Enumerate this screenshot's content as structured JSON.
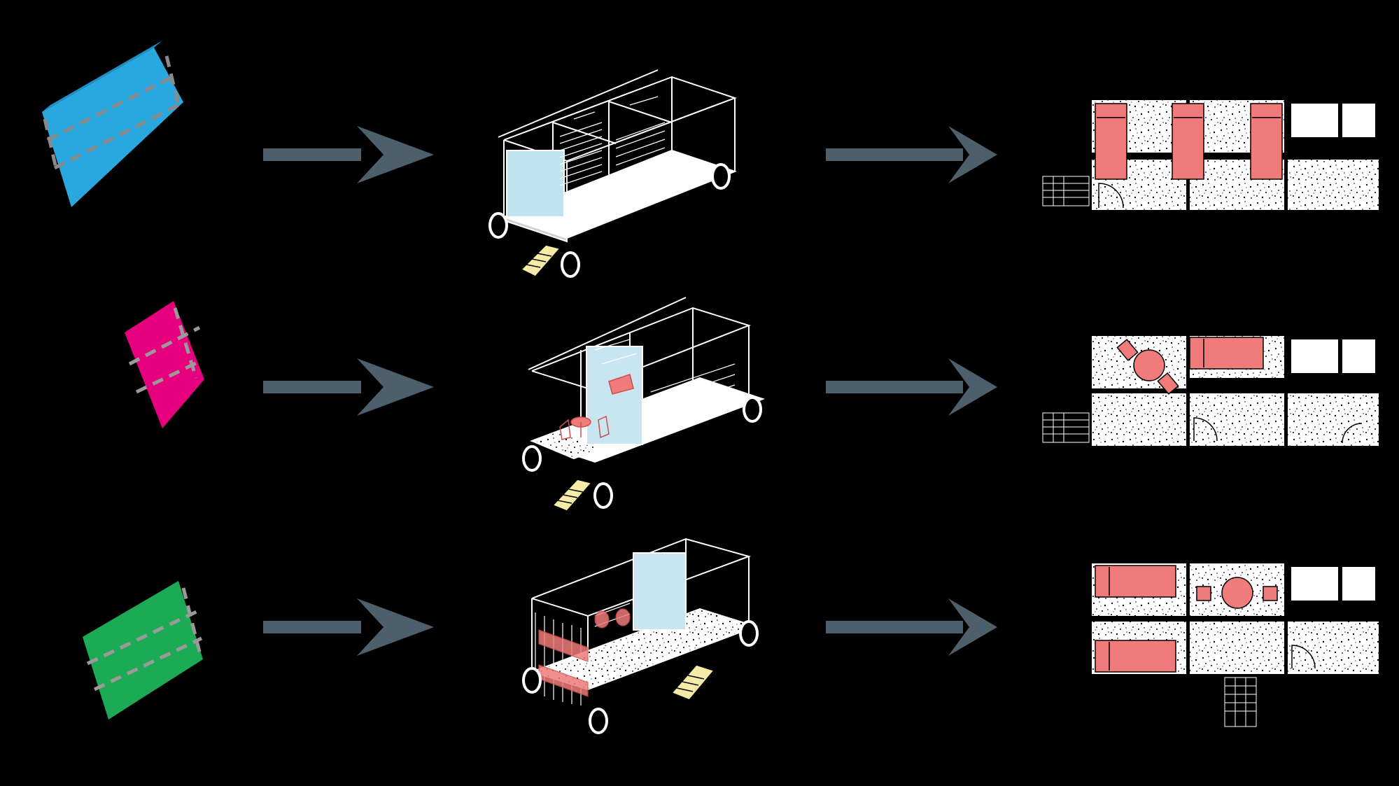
{
  "diagram": {
    "rows": [
      {
        "id": "row-1",
        "volume_color": "#29a8e0",
        "volume_kind": "long-box",
        "accent_panel_color": "#bfe3ef",
        "plan_rooms": [
          "bed",
          "bed",
          "bed",
          "service"
        ]
      },
      {
        "id": "row-2",
        "volume_color": "#e6007e",
        "volume_kind": "short-box",
        "accent_panel_color": "#c9e6f0",
        "plan_rooms": [
          "dining",
          "bed",
          "service"
        ]
      },
      {
        "id": "row-3",
        "volume_color": "#1daa55",
        "volume_kind": "long-box",
        "accent_panel_color": "#c9e6f0",
        "plan_rooms": [
          "bed",
          "dining",
          "service",
          "bed"
        ]
      }
    ],
    "colors": {
      "background": "#000000",
      "arrow": "#4d5f6a",
      "furniture": "#ef7b7b",
      "stairs": "#f5eaa6",
      "floor_fill": "#ffffff",
      "speckle": "#000000",
      "dash": "#9a9a9a"
    },
    "icons": [
      "arrow-right-icon",
      "bed-icon",
      "dining-table-icon",
      "door-swing-icon",
      "stairs-icon",
      "wheel-icon"
    ]
  }
}
